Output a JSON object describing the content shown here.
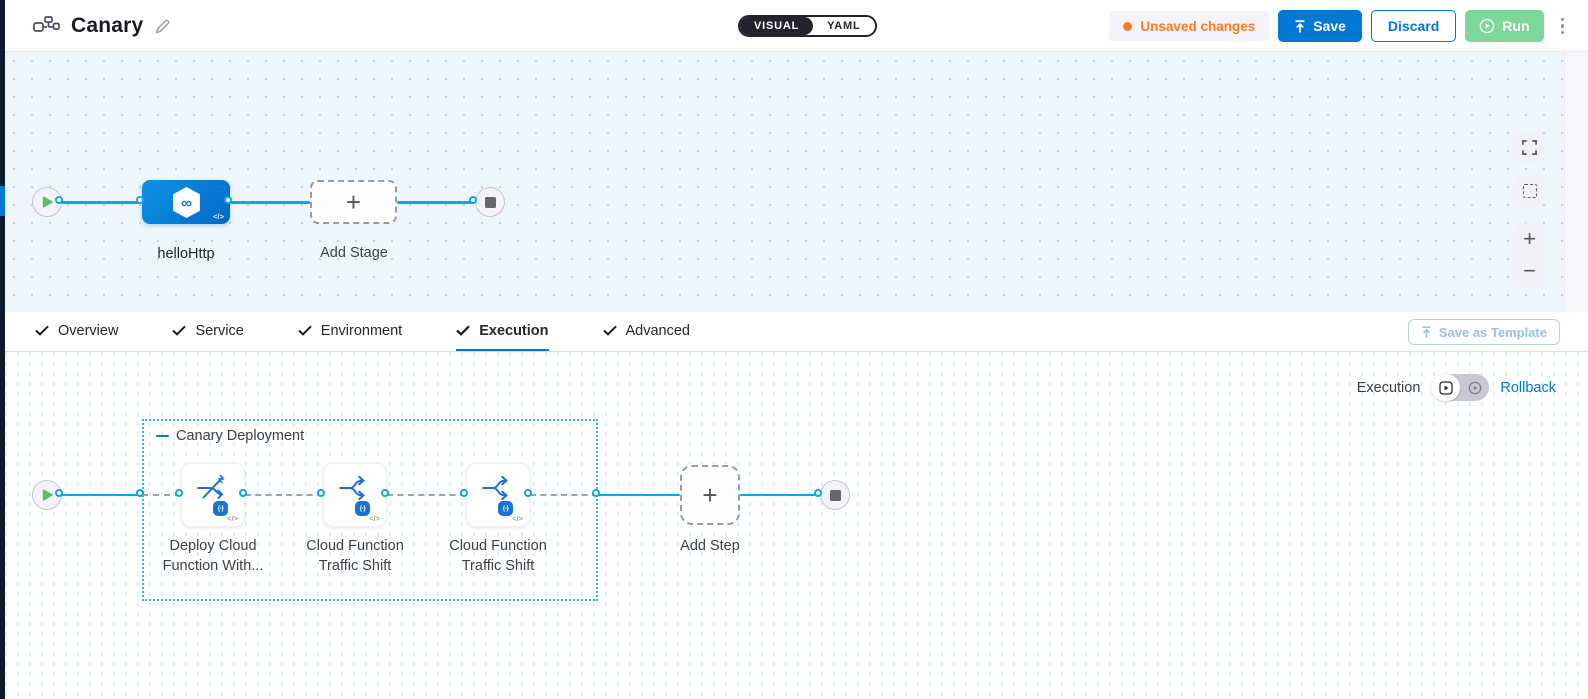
{
  "header": {
    "title": "Canary",
    "mode_toggle": {
      "visual": "VISUAL",
      "yaml": "YAML",
      "selected": "VISUAL"
    },
    "unsaved_badge": "Unsaved changes",
    "save_label": "Save",
    "discard_label": "Discard",
    "run_label": "Run"
  },
  "tabs": {
    "items": [
      "Overview",
      "Service",
      "Environment",
      "Execution",
      "Advanced"
    ],
    "active": "Execution",
    "save_as_template": "Save as Template"
  },
  "stage_canvas": {
    "stage_label": "helloHttp",
    "add_stage_label": "Add Stage"
  },
  "execution_canvas": {
    "mode_label": "Execution",
    "rollback_label": "Rollback",
    "group_label": "Canary Deployment",
    "steps": [
      {
        "line1": "Deploy Cloud",
        "line2": "Function With..."
      },
      {
        "line1": "Cloud Function",
        "line2": "Traffic Shift"
      },
      {
        "line1": "Cloud Function",
        "line2": "Traffic Shift"
      }
    ],
    "add_step_label": "Add Step"
  },
  "glyphs": {
    "plus": "+",
    "minus": "−",
    "code": "</>",
    "badge": "{-}",
    "infinity": "∞"
  },
  "colors": {
    "accent_blue": "#0278d5",
    "edge_cyan": "#0ba7e6",
    "unsaved_orange": "#ff7a21",
    "run_green": "#7ed79a",
    "group_border": "#35b1ef",
    "canvas_tint": "#edf6fa"
  }
}
